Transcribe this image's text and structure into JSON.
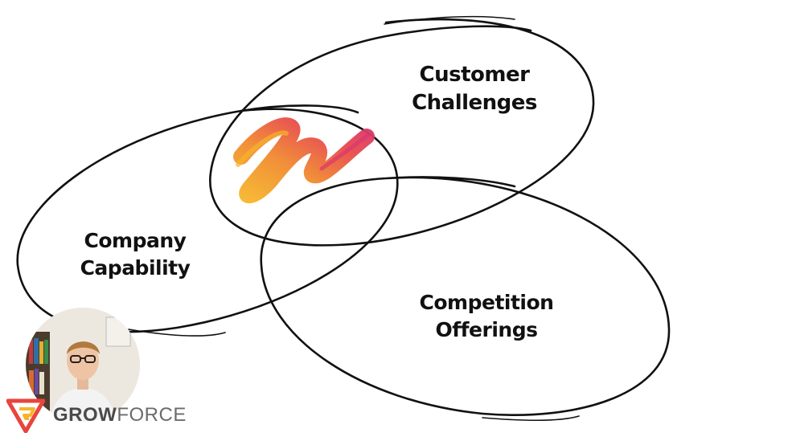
{
  "diagram": {
    "circles": {
      "customer_challenges": [
        "Customer",
        "Challenges"
      ],
      "company_capability": [
        "Company",
        "Capability"
      ],
      "competition_offerings": [
        "Competition",
        "Offerings"
      ]
    },
    "overlap_mark": "brushstroke-squiggle",
    "stroke_color": "#111111",
    "accent_gradient": [
      "#f6b42b",
      "#f08a2e",
      "#e84a4a",
      "#d9376e"
    ]
  },
  "presenter": {
    "icon": "presenter-avatar"
  },
  "brand": {
    "logo_icon": "growforce-logo-icon",
    "name_part1": "GROW",
    "name_part2": "FORCE",
    "logo_colors": [
      "#e8453c",
      "#f6b42b"
    ]
  }
}
